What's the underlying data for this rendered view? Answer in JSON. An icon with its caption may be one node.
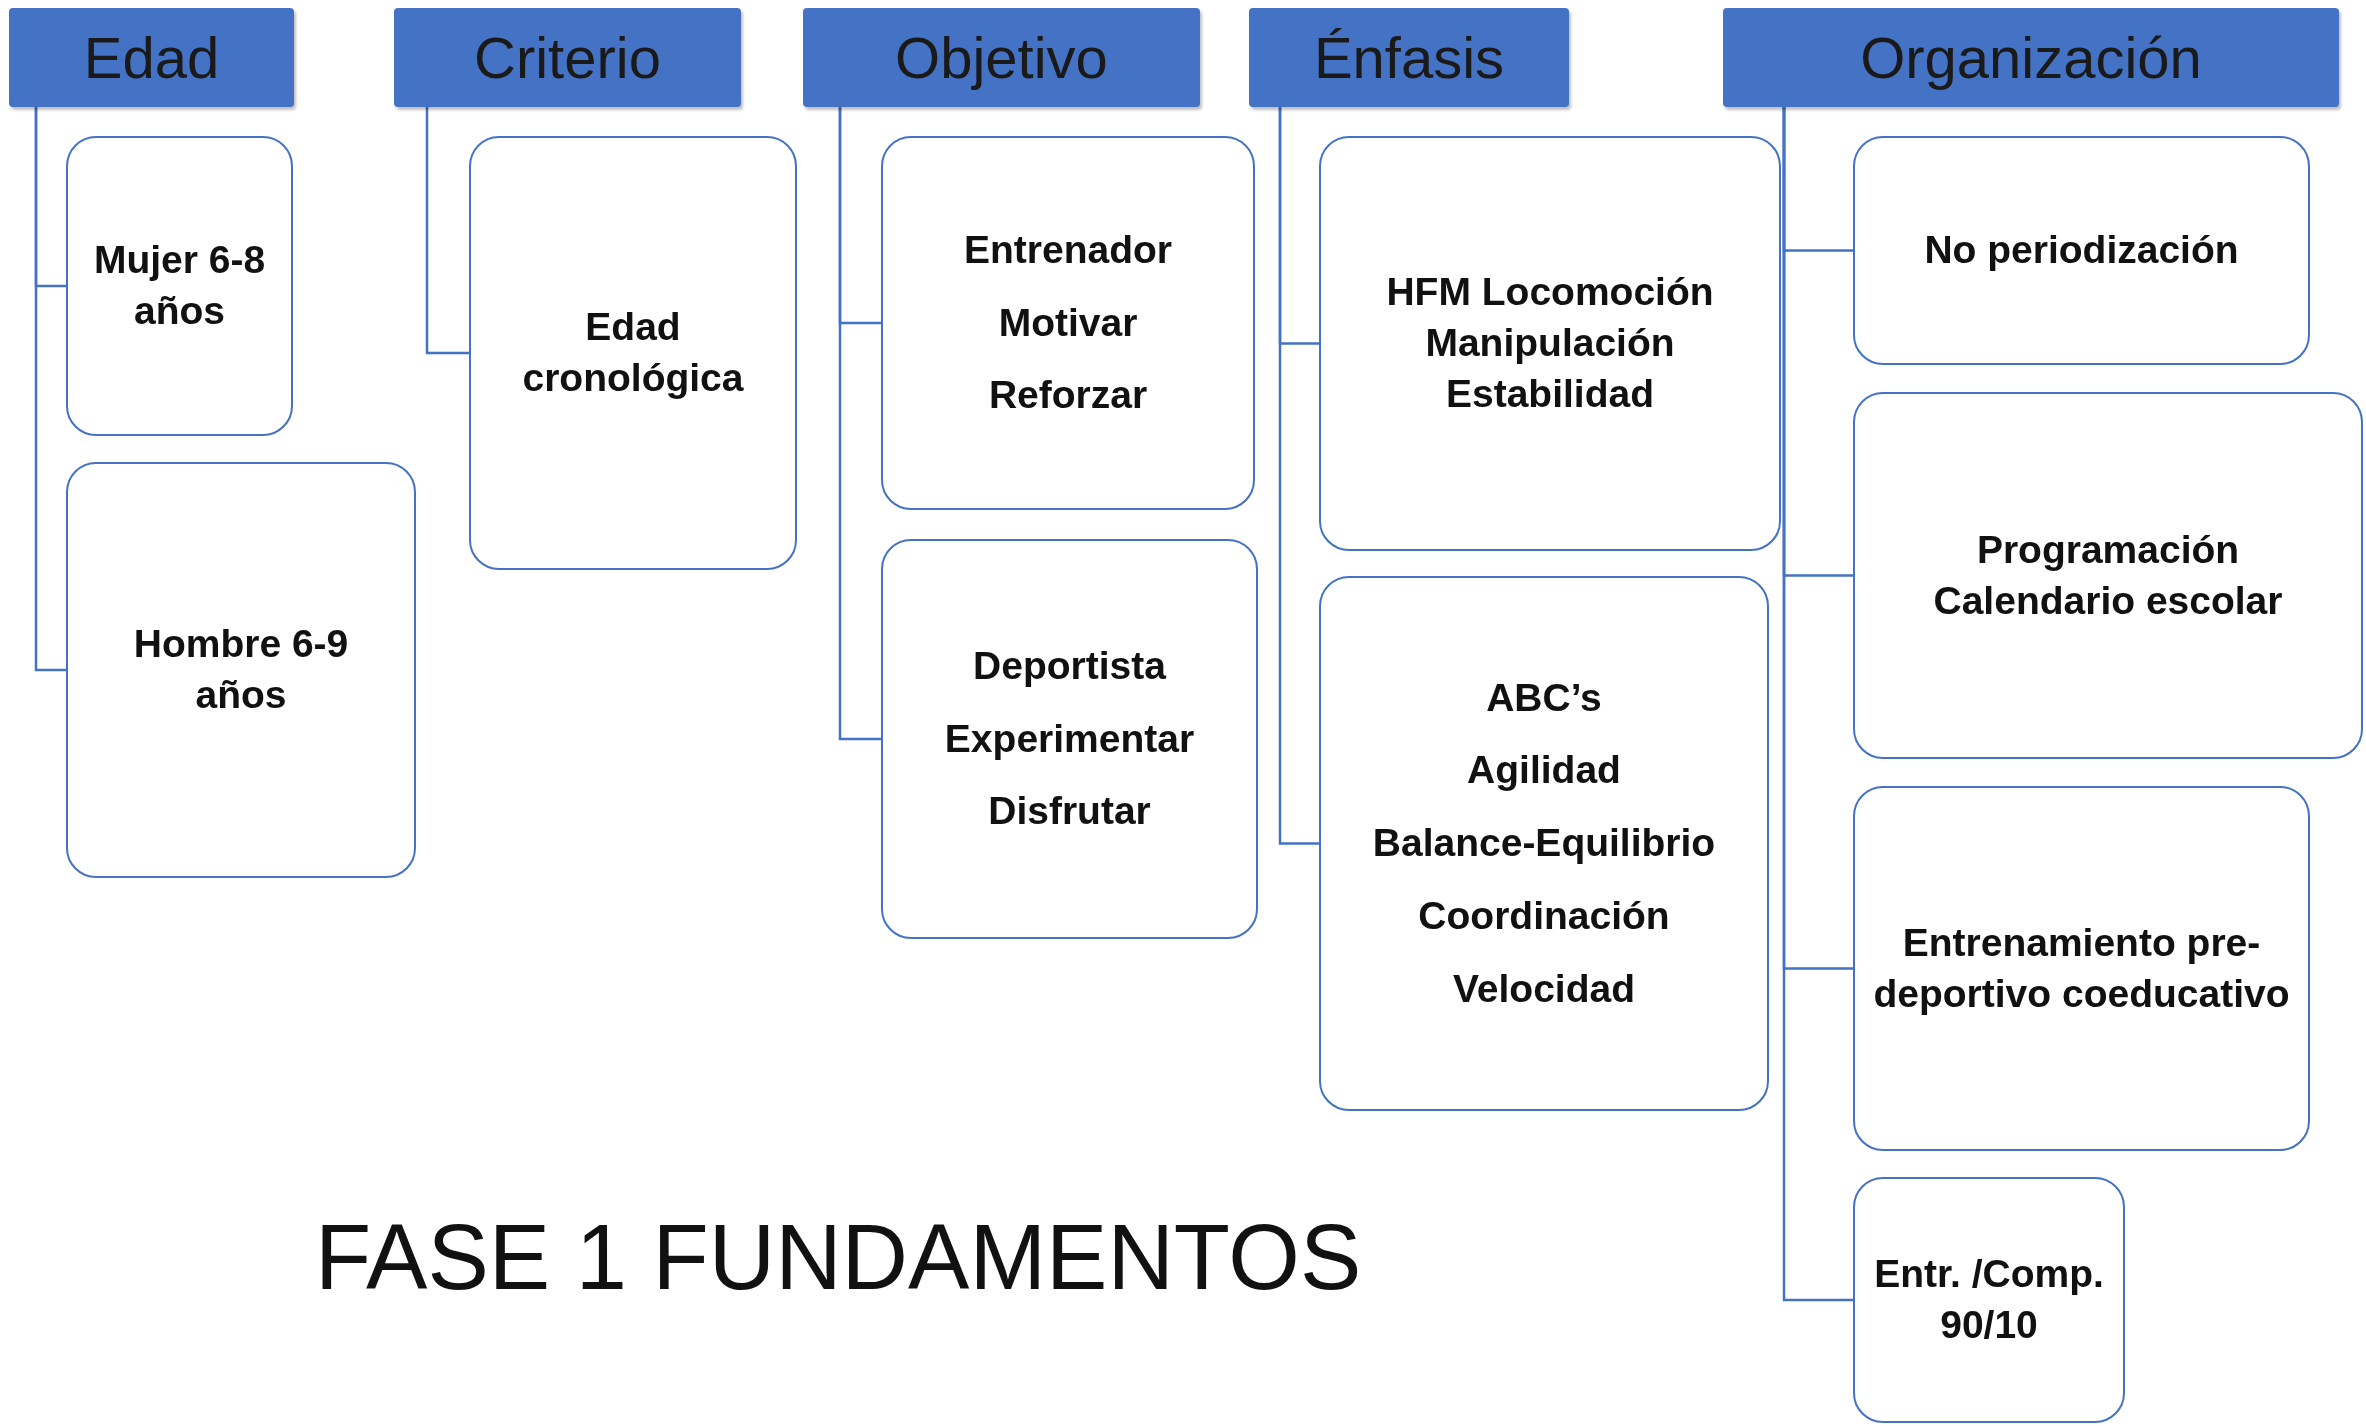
{
  "diagram": {
    "title": "FASE 1 FUNDAMENTOS",
    "nodes": [
      {
        "text": [
          "Edad"
        ]
      },
      {
        "text": [
          "Criterio"
        ]
      },
      {
        "text": [
          "Objetivo"
        ]
      },
      {
        "text": [
          "Énfasis"
        ]
      },
      {
        "text": [
          "Organización"
        ]
      },
      {
        "text": [
          "Mujer 6-8 años"
        ]
      },
      {
        "text": [
          "Hombre 6-9 años"
        ]
      },
      {
        "text": [
          "Edad cronológica"
        ]
      },
      {
        "text": [
          "Entrenador",
          "Motivar",
          "Reforzar"
        ]
      },
      {
        "text": [
          "Deportista",
          "Experimentar",
          "Disfrutar"
        ]
      },
      {
        "text": [
          "HFM Locomoción Manipulación Estabilidad"
        ]
      },
      {
        "text": [
          "ABC’s",
          "Agilidad",
          "Balance-Equilibrio",
          "Coordinación",
          "Velocidad"
        ]
      },
      {
        "text": [
          "No periodización"
        ]
      },
      {
        "text": [
          "Programación Calendario escolar"
        ]
      },
      {
        "text": [
          "Entrenamiento pre-deportivo coeducativo"
        ]
      },
      {
        "text": [
          "Entr. /Comp. 90/10"
        ]
      }
    ],
    "edges": [
      {
        "from": 0,
        "to": 5,
        "arrow": "none"
      },
      {
        "from": 0,
        "to": 6,
        "arrow": "none"
      },
      {
        "from": 1,
        "to": 7,
        "arrow": "none"
      },
      {
        "from": 2,
        "to": 8,
        "arrow": "none"
      },
      {
        "from": 2,
        "to": 9,
        "arrow": "none"
      },
      {
        "from": 3,
        "to": 10,
        "arrow": "none"
      },
      {
        "from": 3,
        "to": 11,
        "arrow": "none"
      },
      {
        "from": 4,
        "to": 12,
        "arrow": "none"
      },
      {
        "from": 4,
        "to": 13,
        "arrow": "none"
      },
      {
        "from": 4,
        "to": 14,
        "arrow": "none"
      },
      {
        "from": 4,
        "to": 15,
        "arrow": "none"
      }
    ]
  }
}
